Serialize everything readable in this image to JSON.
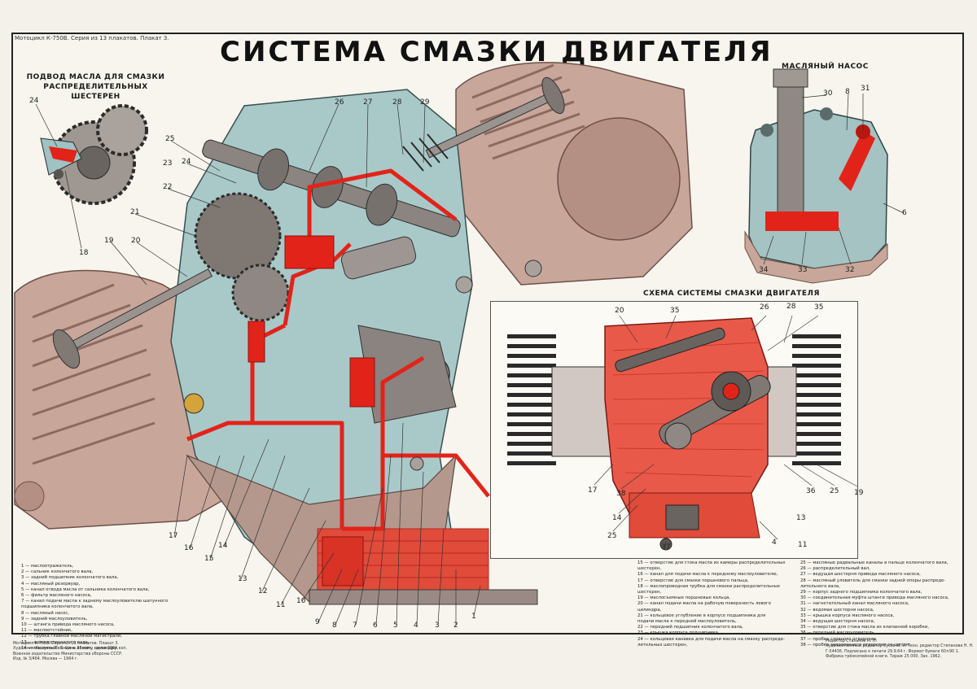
{
  "header": {
    "series": "Мотоцикл К-750В. Серия из 13 плакатов. Плакат 3.",
    "title": "СИСТЕМА СМАЗКИ ДВИГАТЕЛЯ"
  },
  "sections": {
    "gear_feed": "ПОДВОД МАСЛА ДЛЯ СМАЗКИ РАСПРЕДЕЛИТЕЛЬНЫХ ШЕСТЕРЕН",
    "oil_pump": "МАСЛЯНЫЙ НАСОС",
    "scheme": "СХЕМА СИСТЕМЫ СМАЗКИ ДВИГАТЕЛЯ"
  },
  "callouts": {
    "n1": "1",
    "n2": "2",
    "n3": "3",
    "n4": "4",
    "n5": "5",
    "n6": "6",
    "n7": "7",
    "n8": "8",
    "n9": "9",
    "n10": "10",
    "n11": "11",
    "n12": "12",
    "n13": "13",
    "n14": "14",
    "n15": "15",
    "n16": "16",
    "n17": "17",
    "n18": "18",
    "n19": "19",
    "n20": "20",
    "n21": "21",
    "n22": "22",
    "n23": "23",
    "n24": "24",
    "n25": "25",
    "n26": "26",
    "n27": "27",
    "n28": "28",
    "n29": "29",
    "n30": "30",
    "n31": "31",
    "n32": "32",
    "n33": "33",
    "n34": "34",
    "n35": "35",
    "n36": "36",
    "n37": "37",
    "n38": "38"
  },
  "legend": {
    "col1": [
      "1 — маслоотражатель,",
      "2 — сальник коленчатого вала,",
      "3 — задний подшипник коленчатого вала,",
      "4 — масляный резервуар,",
      "5 — канал отвода масла от сальника коленчатого вала,",
      "6 — фильтр масляного насоса,",
      "7 — канал подачи масла к заднему маслоуловителю шатунного",
      "подшипника коленчатого вала,",
      "8 — масляный насос,",
      "9 — задний маслоуловитель,",
      "10 — штанга привода масляного насоса,",
      "11 — маслоотстойник,",
      "12 — трубка главной масляной магистрали,",
      "13 — щека коленчатого вала,",
      "14 — масляный канал к левому цилиндру,"
    ],
    "col2": [
      "15 — отверстие для стока масла из камеры распределительных",
      "шестерен,",
      "16 — канал для подачи масла к переднему маслоуловителю,",
      "17 — отверстие для смазки поршневого пальца,",
      "18 — маслопроводная трубка для смазки распределительных",
      "шестерен,",
      "19 — маслосъемные поршневые кольца,",
      "20 — канал подачи масла на рабочую поверхность левого",
      "цилиндра,",
      "21 — кольцевое углубление в корпусе подшипника для",
      "подачи масла к передней маслоуловитель,",
      "22 — передний подшипник коленчатого вала,",
      "23 — крышка корпуса подшипника,",
      "24 — кольцевая канавка для подачи масла на смазку распреде-",
      "лительных шестерен,"
    ],
    "col3": [
      "25 — масляные радиальные каналы в пальце коленчатого вала,",
      "26 — распределительный вал,",
      "27 — ведущая шестерня привода масляного насоса,",
      "28 — масляный уловитель для смазки задней опоры распреде-",
      "лительного вала,",
      "29 — корпус заднего подшипника коленчатого вала,",
      "30 — соединительная муфта штанги привода масляного насоса,",
      "31 — нагнетательный канал масляного насоса,",
      "32 — ведомая шестерня насоса,",
      "33 — крышка корпуса масляного насоса,",
      "34 — ведущая шестерня насоса,",
      "35 — отверстие для стока масла из клапанной коробки,",
      "36 — передний маслоуловитель,",
      "37 — пробка сливного отверстия,",
      "38 — пробка заправочного отверстия со щупом."
    ]
  },
  "imprint": {
    "left": [
      "Мотоцикл К-750В. Серия из 13 плакатов. Плакат 3.",
      "Художник Кашутин В. С.          Цена 15 коп., серия 1964 коп.",
      "Военное издательство Министерства обороны СССР.",
      "Изд. № 3/464. Москва — 1964 г."
    ],
    "right": [
      "Редактор Стальнов М. Н.",
      "Художественный редактор Сусов М. И.  Техн. редактор Степанова Н. Н.",
      "Г-54436. Подписано к печати 29.9.64 г.  Формат бумаги 60×90 1.",
      "Фабрика трёхкопейной книги. Тираж 25 000. Зак. 1962."
    ]
  },
  "colors": {
    "paper": "#f7f5ee",
    "oil_red": "#e2231a",
    "steel_blue": "#9fc2c2",
    "casing_tan": "#c9a69a",
    "dark_metal": "#5b5550"
  }
}
